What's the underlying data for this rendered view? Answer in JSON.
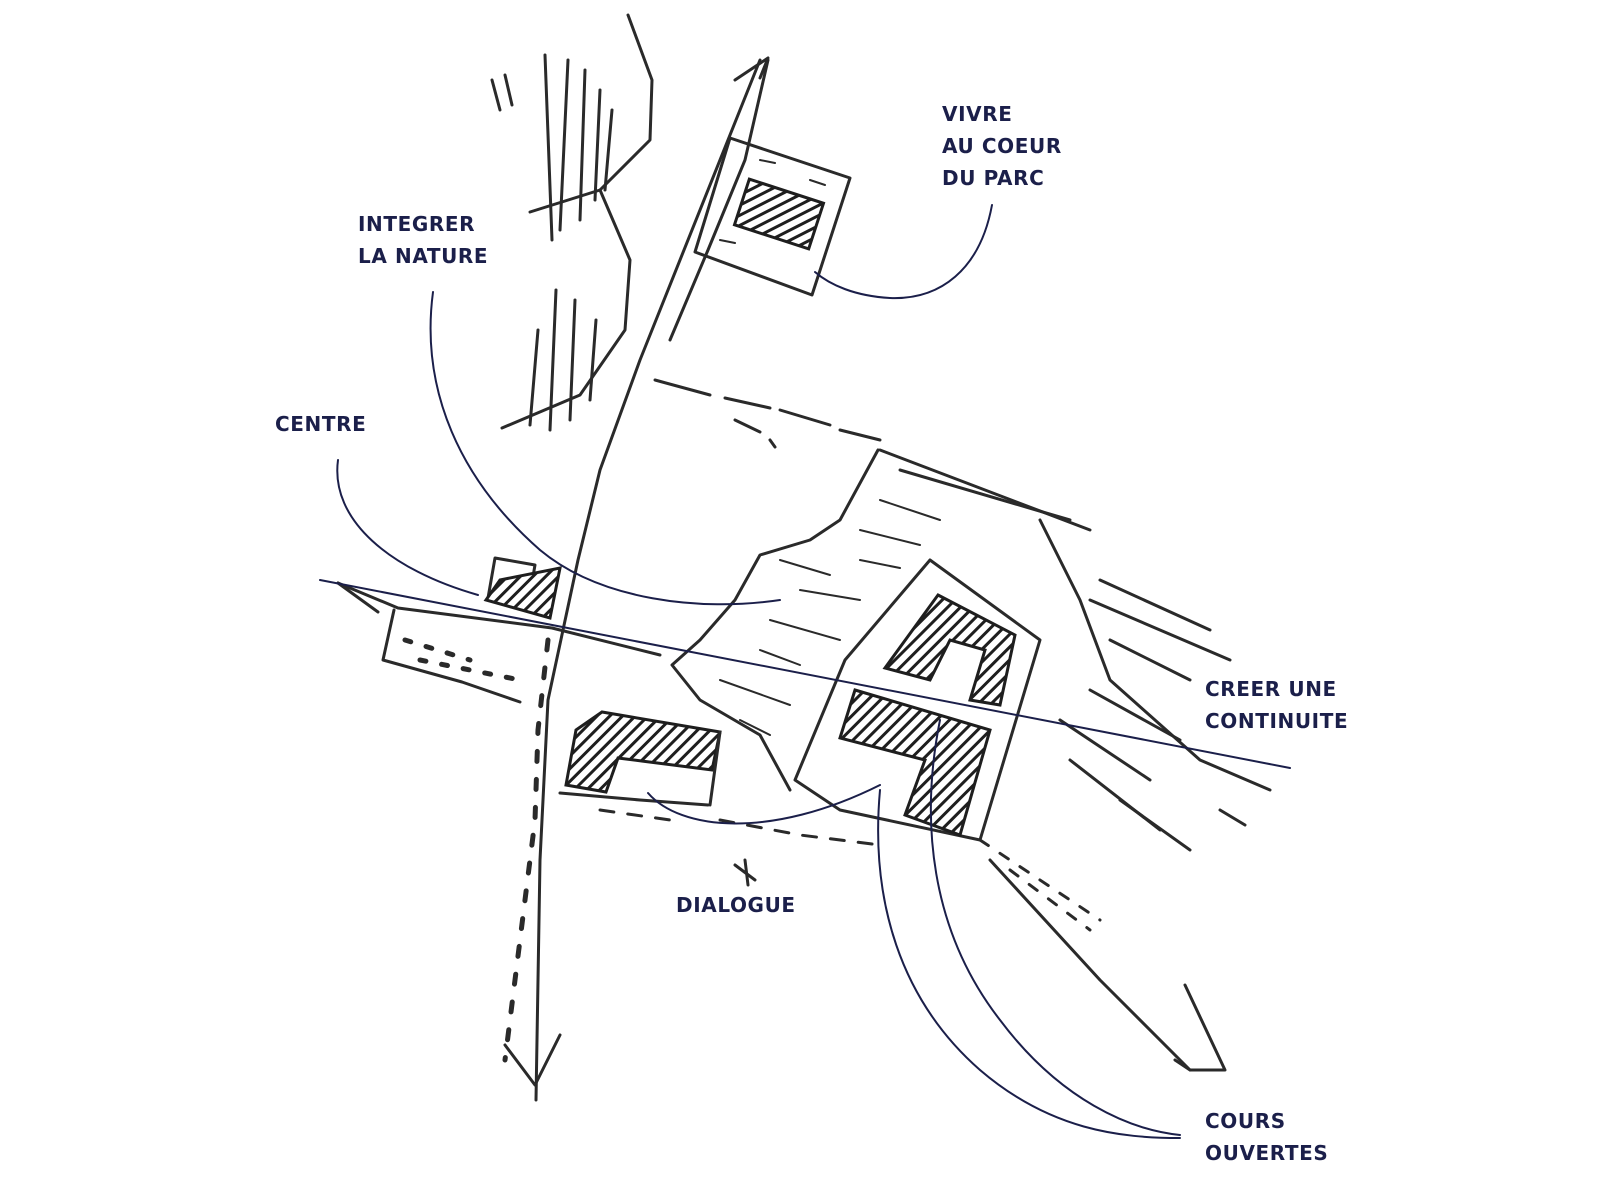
{
  "labels": {
    "vivre": [
      "VIVRE",
      "AU COEUR",
      "DU PARC"
    ],
    "integrer": [
      "INTEGRER",
      "LA NATURE"
    ],
    "centre": [
      "CENTRE"
    ],
    "creer": [
      "CREER UNE",
      "CONTINUITE"
    ],
    "dialogue": [
      "DIALOGUE"
    ],
    "cours": [
      "COURS",
      "OUVERTES"
    ]
  },
  "colors": {
    "annotation": "#1b1f4a",
    "sketch_ink": "#2a2a2a",
    "background": "#ffffff"
  }
}
